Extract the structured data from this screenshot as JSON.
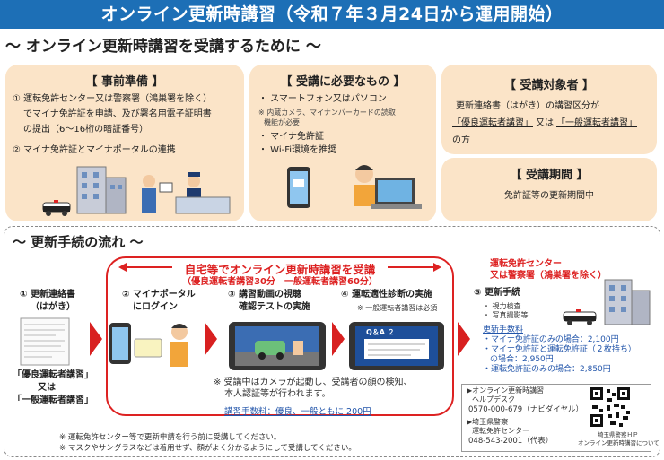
{
  "banner": {
    "title": "オンライン更新時講習（令和７年３月24日から運用開始）"
  },
  "section1": {
    "title": "～ オンライン更新時講習を受講するために ～"
  },
  "prep": {
    "title": "【 事前準備 】",
    "line1": "① 運転免許センター又は警察署（鴻巣署を除く）",
    "line2": "でマイナ免許証を申請、及び署名用電子証明書",
    "line3": "の提出（6～16桁の暗証番号）",
    "line4": "② マイナ免許証とマイナポータルの連携"
  },
  "needs": {
    "title": "【 受講に必要なもの 】",
    "item1": "・ スマートフォン又はパソコン",
    "note1": "※ 内蔵カメラ、マイナンバーカードの読取",
    "note2": "機能が必要",
    "item2": "・ マイナ免許証",
    "item3": "・ Wi-Fi環境を推奨"
  },
  "target": {
    "title": "【 受講対象者 】",
    "line1": "更新連絡書（はがき）の講習区分が",
    "line2a": "「優良運転者講習」",
    "line2b": "又は",
    "line2c": "「一般運転者講習」",
    "line3": "の方"
  },
  "period": {
    "title": "【 受講期間 】",
    "line1": "免許証等の更新期間中"
  },
  "section2": {
    "title": "～ 更新手続の流れ ～"
  },
  "online": {
    "title": "自宅等でオンライン更新時講習を受講",
    "subtitle": "（優良運転者講習30分　一般運転者講習60分）",
    "note1": "※ 受講中はカメラが起動し、受講者の顔の検知、",
    "note2": "本人認証等が行われます。",
    "fee": "講習手数料：優良、一般ともに 200円"
  },
  "steps": {
    "s1a": "① 更新連絡書",
    "s1b": "（はがき）",
    "s1c": "「優良運転者講習」",
    "s1d": "又は",
    "s1e": "「一般運転者講習」",
    "s2a": "② マイナポータル",
    "s2b": "にログイン",
    "s3a": "③ 講習動画の視聴",
    "s3b": "確認テストの実施",
    "s4a": "④ 運転適性診断の実施",
    "s4b": "※ 一般運転者講習は必須",
    "s5head1": "運転免許センター",
    "s5head2": "又は警察署（鴻巣署を除く）",
    "s5a": "⑤ 更新手続",
    "s5b": "・ 視力検査",
    "s5c": "・ 写真撮影等"
  },
  "fees": {
    "title": "更新手数料",
    "f1": "・マイナ免許証のみの場合：2,100円",
    "f2": "・マイナ免許証と運転免許証（２枚持ち）",
    "f3": "の場合：2,950円",
    "f4": "・運転免許証のみの場合：2,850円"
  },
  "contact": {
    "l1": "▶オンライン更新時講習",
    "l2": "ヘルプデスク",
    "l3": "0570-000-679（ナビダイヤル）",
    "l4": "▶埼玉県警察",
    "l5": "運転免許センター",
    "l6": "048-543-2001（代表）",
    "qr1": "埼玉県警察ＨＰ",
    "qr2": "オンライン更新時講習について"
  },
  "footer": {
    "n1": "※ 運転免許センター等で更新申請を行う前に受講してください。",
    "n2": "※ マスクやサングラスなどは着用せず、顔がよく分かるようにして受講してください。"
  },
  "quiz": {
    "label": "Q＆A ２"
  },
  "colors": {
    "banner": "#1d6fb6",
    "panel": "#fbe4c8",
    "red": "#d22222",
    "blue": "#2255aa"
  }
}
